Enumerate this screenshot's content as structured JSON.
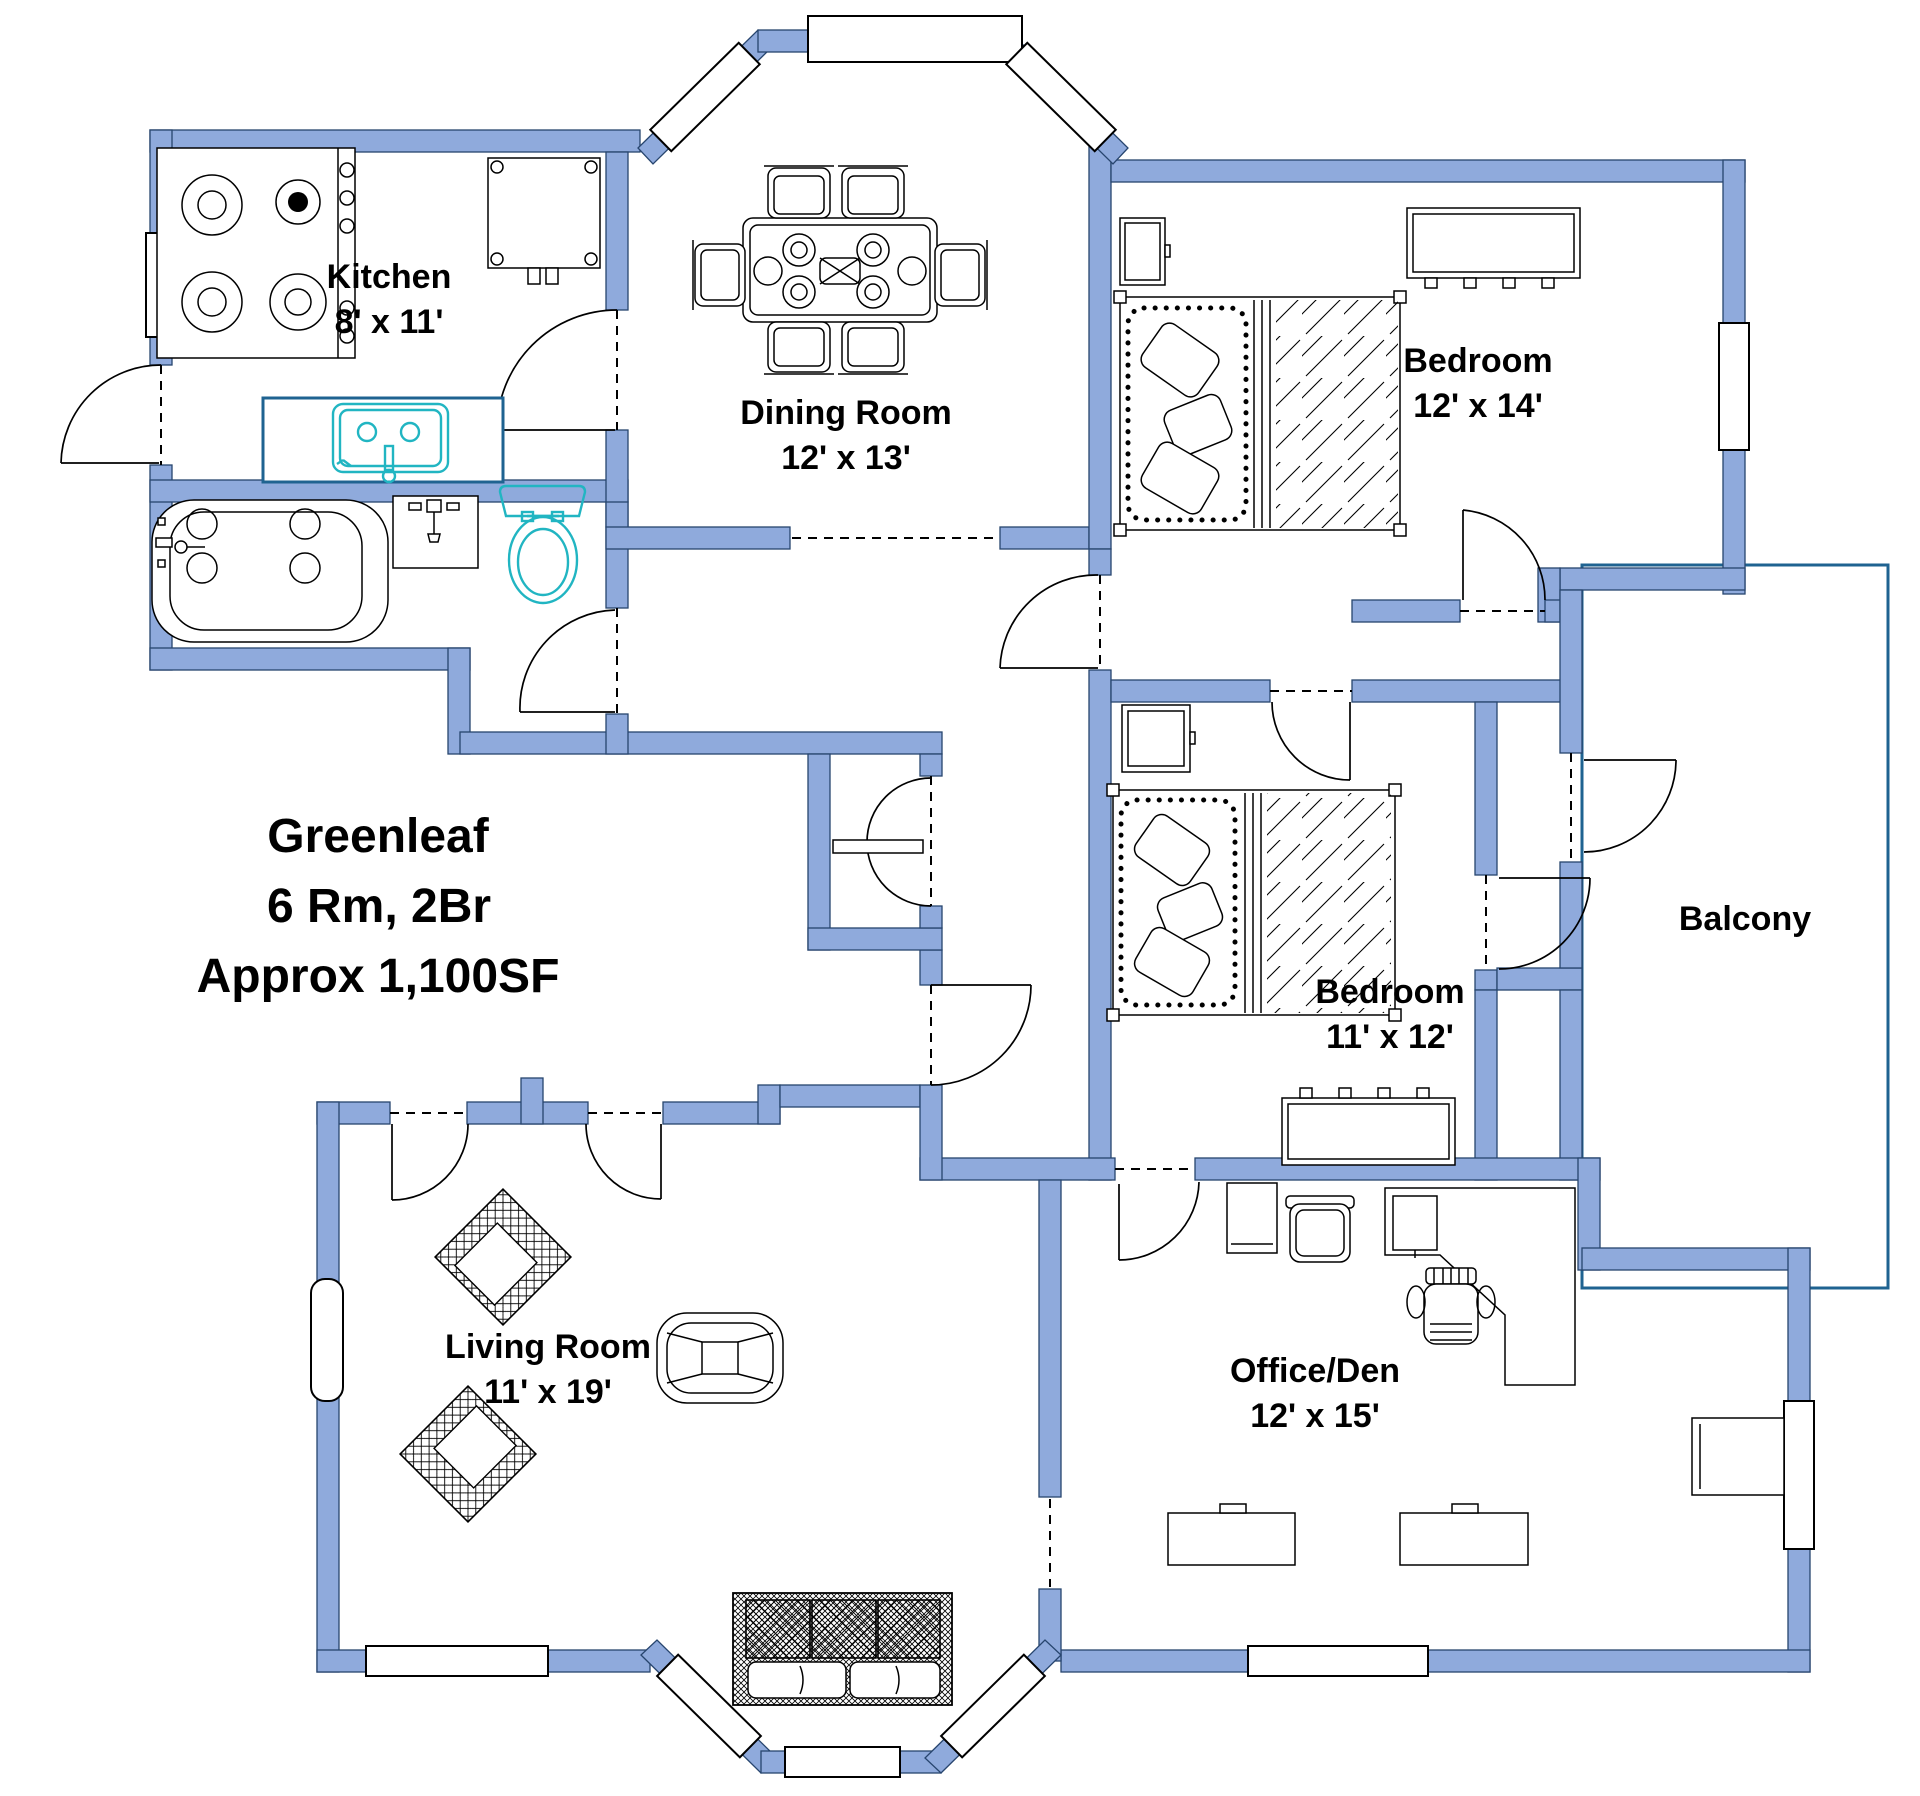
{
  "title": {
    "line1": "Greenleaf",
    "line2": "6 Rm, 2Br",
    "line3": "Approx 1,100SF"
  },
  "rooms": {
    "kitchen": {
      "name": "Kitchen",
      "dims": "8' x 11'"
    },
    "dining": {
      "name": "Dining Room",
      "dims": "12' x 13'"
    },
    "bedroom1": {
      "name": "Bedroom",
      "dims": "12' x 14'"
    },
    "bedroom2": {
      "name": "Bedroom",
      "dims": "11' x 12'"
    },
    "balcony": {
      "name": "Balcony"
    },
    "living": {
      "name": "Living Room",
      "dims": "11' x 19'"
    },
    "office": {
      "name": "Office/Den",
      "dims": "12' x 15'"
    }
  },
  "colors": {
    "wall": "#8FAADC",
    "wall_outline": "#27456e",
    "accent": "#1F6391",
    "fixture": "#21B5C2",
    "text": "#000000"
  }
}
